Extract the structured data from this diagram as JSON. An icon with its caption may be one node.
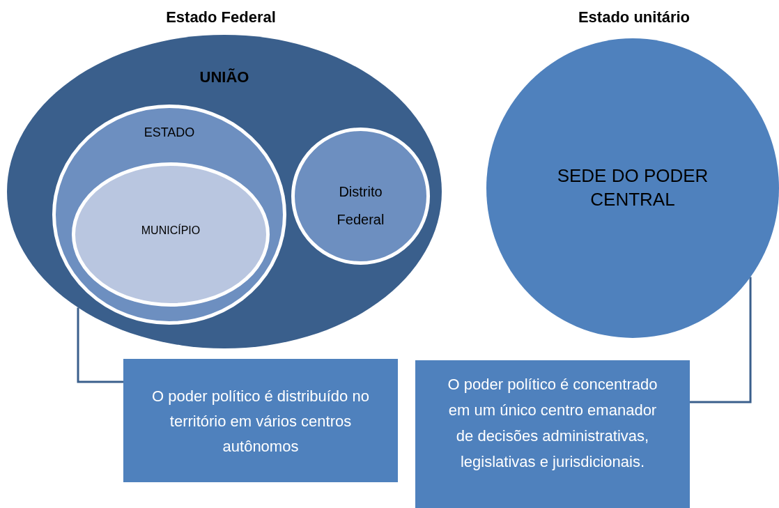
{
  "diagram": {
    "nodes": [
      {
        "text": [
          "UNIÃO"
        ]
      },
      {
        "text": [
          "ESTADO"
        ],
        "in": 0
      },
      {
        "text": [
          "MUNICÍPIO"
        ],
        "in": 1
      },
      {
        "text": [
          "Distrito Federal"
        ],
        "in": 0
      },
      {
        "text": [
          "SEDE DO PODER CENTRAL"
        ]
      },
      {
        "text": [
          "O poder político é distribuído no território em vários centros autônomos"
        ]
      },
      {
        "text": [
          "O poder político é concentrado em um único centro emanador de decisões administrativas, legislativas e jurisdicionais."
        ]
      }
    ],
    "edges": [
      {
        "from": 5,
        "to": 0,
        "arrow": "none"
      },
      {
        "from": 6,
        "to": 4,
        "arrow": "none"
      }
    ],
    "labels": [
      "Estado Federal",
      "Estado unitário"
    ]
  }
}
